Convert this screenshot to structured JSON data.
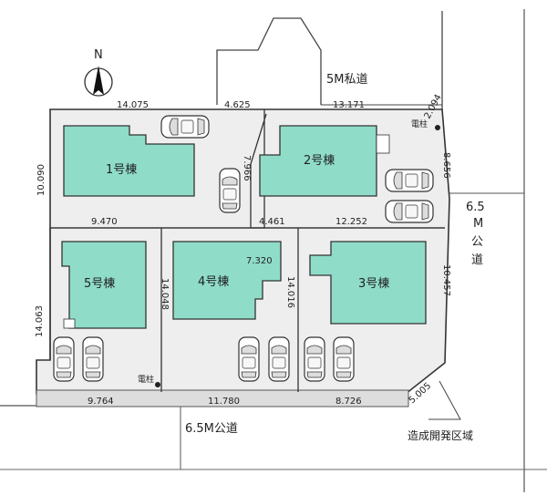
{
  "north_label": "N",
  "houses": [
    {
      "id": "1",
      "label": "1号棟"
    },
    {
      "id": "2",
      "label": "2号棟"
    },
    {
      "id": "3",
      "label": "3号棟"
    },
    {
      "id": "4",
      "label": "4号棟"
    },
    {
      "id": "5",
      "label": "5号棟"
    }
  ],
  "roads": {
    "private_top": "5M私道",
    "public_right_a": "6.5",
    "public_right_b": "M",
    "public_right_c": "公",
    "public_right_d": "道",
    "public_bottom": "6.5M公道"
  },
  "utility_pole": "電柱",
  "development_area": "造成開発区域",
  "dimensions": {
    "d14075": "14.075",
    "d4625": "4.625",
    "d13171": "13.171",
    "d2094": "2.094",
    "d10090": "10.090",
    "d7966": "7.966",
    "d8656": "8.656",
    "d9470": "9.470",
    "d4461": "4.461",
    "d12252": "12.252",
    "d7320": "7.320",
    "d14063": "14.063",
    "d14048": "14.048",
    "d14016": "14.016",
    "d10457": "10.457",
    "d5005": "5.005",
    "d9764": "9.764",
    "d11780": "11.780",
    "d8726": "8.726"
  },
  "colors": {
    "building": "#8fdcc9",
    "line": "#3a3a3a",
    "ground": "#eeeeee"
  }
}
